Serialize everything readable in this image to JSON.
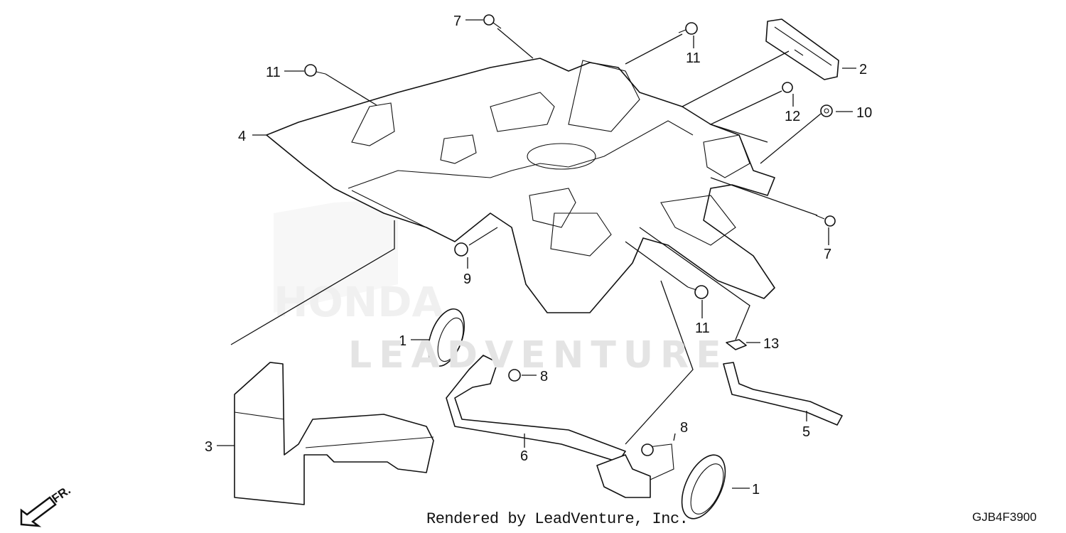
{
  "diagram": {
    "code": "GJB4F3900",
    "credit": "Rendered by LeadVenture, Inc.",
    "watermark": "LEADVENTURE",
    "logo_text": "HONDA",
    "direction_label": "FR.",
    "callouts": [
      {
        "id": "c7a",
        "label": "7"
      },
      {
        "id": "c11a",
        "label": "11"
      },
      {
        "id": "c11b",
        "label": "11"
      },
      {
        "id": "c2",
        "label": "2"
      },
      {
        "id": "c12",
        "label": "12"
      },
      {
        "id": "c10",
        "label": "10"
      },
      {
        "id": "c4",
        "label": "4"
      },
      {
        "id": "c7b",
        "label": "7"
      },
      {
        "id": "c9",
        "label": "9"
      },
      {
        "id": "c11c",
        "label": "11"
      },
      {
        "id": "c1a",
        "label": "1"
      },
      {
        "id": "c13",
        "label": "13"
      },
      {
        "id": "c8a",
        "label": "8"
      },
      {
        "id": "c5",
        "label": "5"
      },
      {
        "id": "c3",
        "label": "3"
      },
      {
        "id": "c6",
        "label": "6"
      },
      {
        "id": "c8b",
        "label": "8"
      },
      {
        "id": "c1b",
        "label": "1"
      }
    ]
  }
}
